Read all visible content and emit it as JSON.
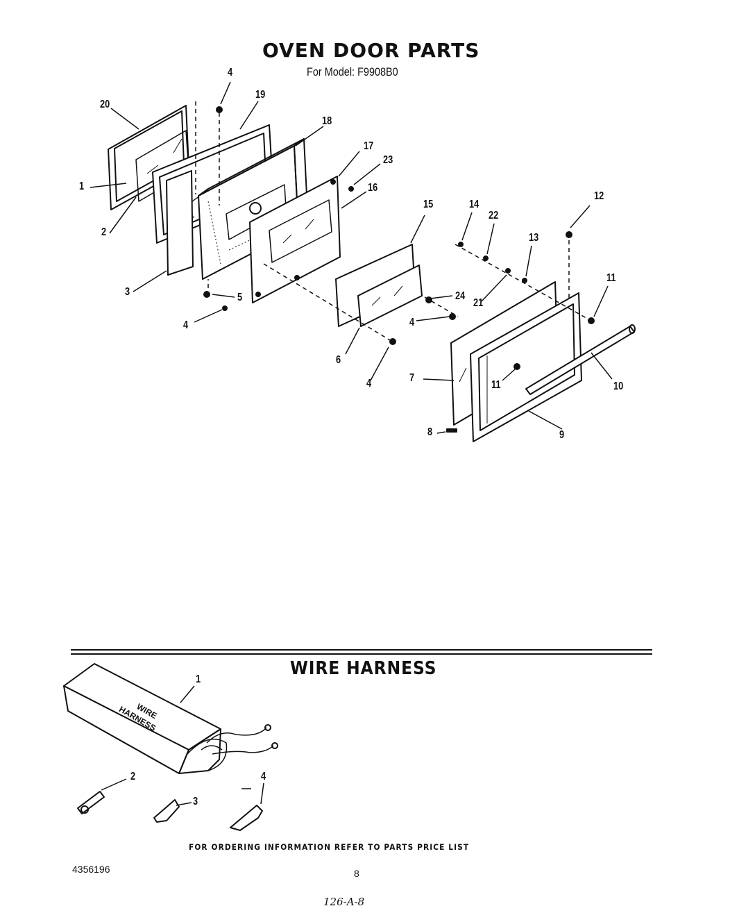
{
  "oven_section": {
    "title": "OVEN DOOR PARTS",
    "subtitle": "For Model: F9908B0",
    "callouts": [
      "1",
      "2",
      "3",
      "4",
      "4",
      "4",
      "4",
      "5",
      "6",
      "7",
      "8",
      "9",
      "10",
      "11",
      "11",
      "12",
      "13",
      "14",
      "15",
      "16",
      "17",
      "18",
      "19",
      "20",
      "21",
      "22",
      "23",
      "24"
    ]
  },
  "harness_section": {
    "title": "WIRE HARNESS",
    "box_label_line1": "WIRE",
    "box_label_line2": "HARNESS",
    "callouts": [
      "1",
      "2",
      "3",
      "4"
    ]
  },
  "footer": {
    "ordering_note": "FOR ORDERING INFORMATION REFER TO PARTS PRICE LIST",
    "doc_number": "4356196",
    "page_number": "8",
    "handwritten_ref": "126-A-8"
  }
}
